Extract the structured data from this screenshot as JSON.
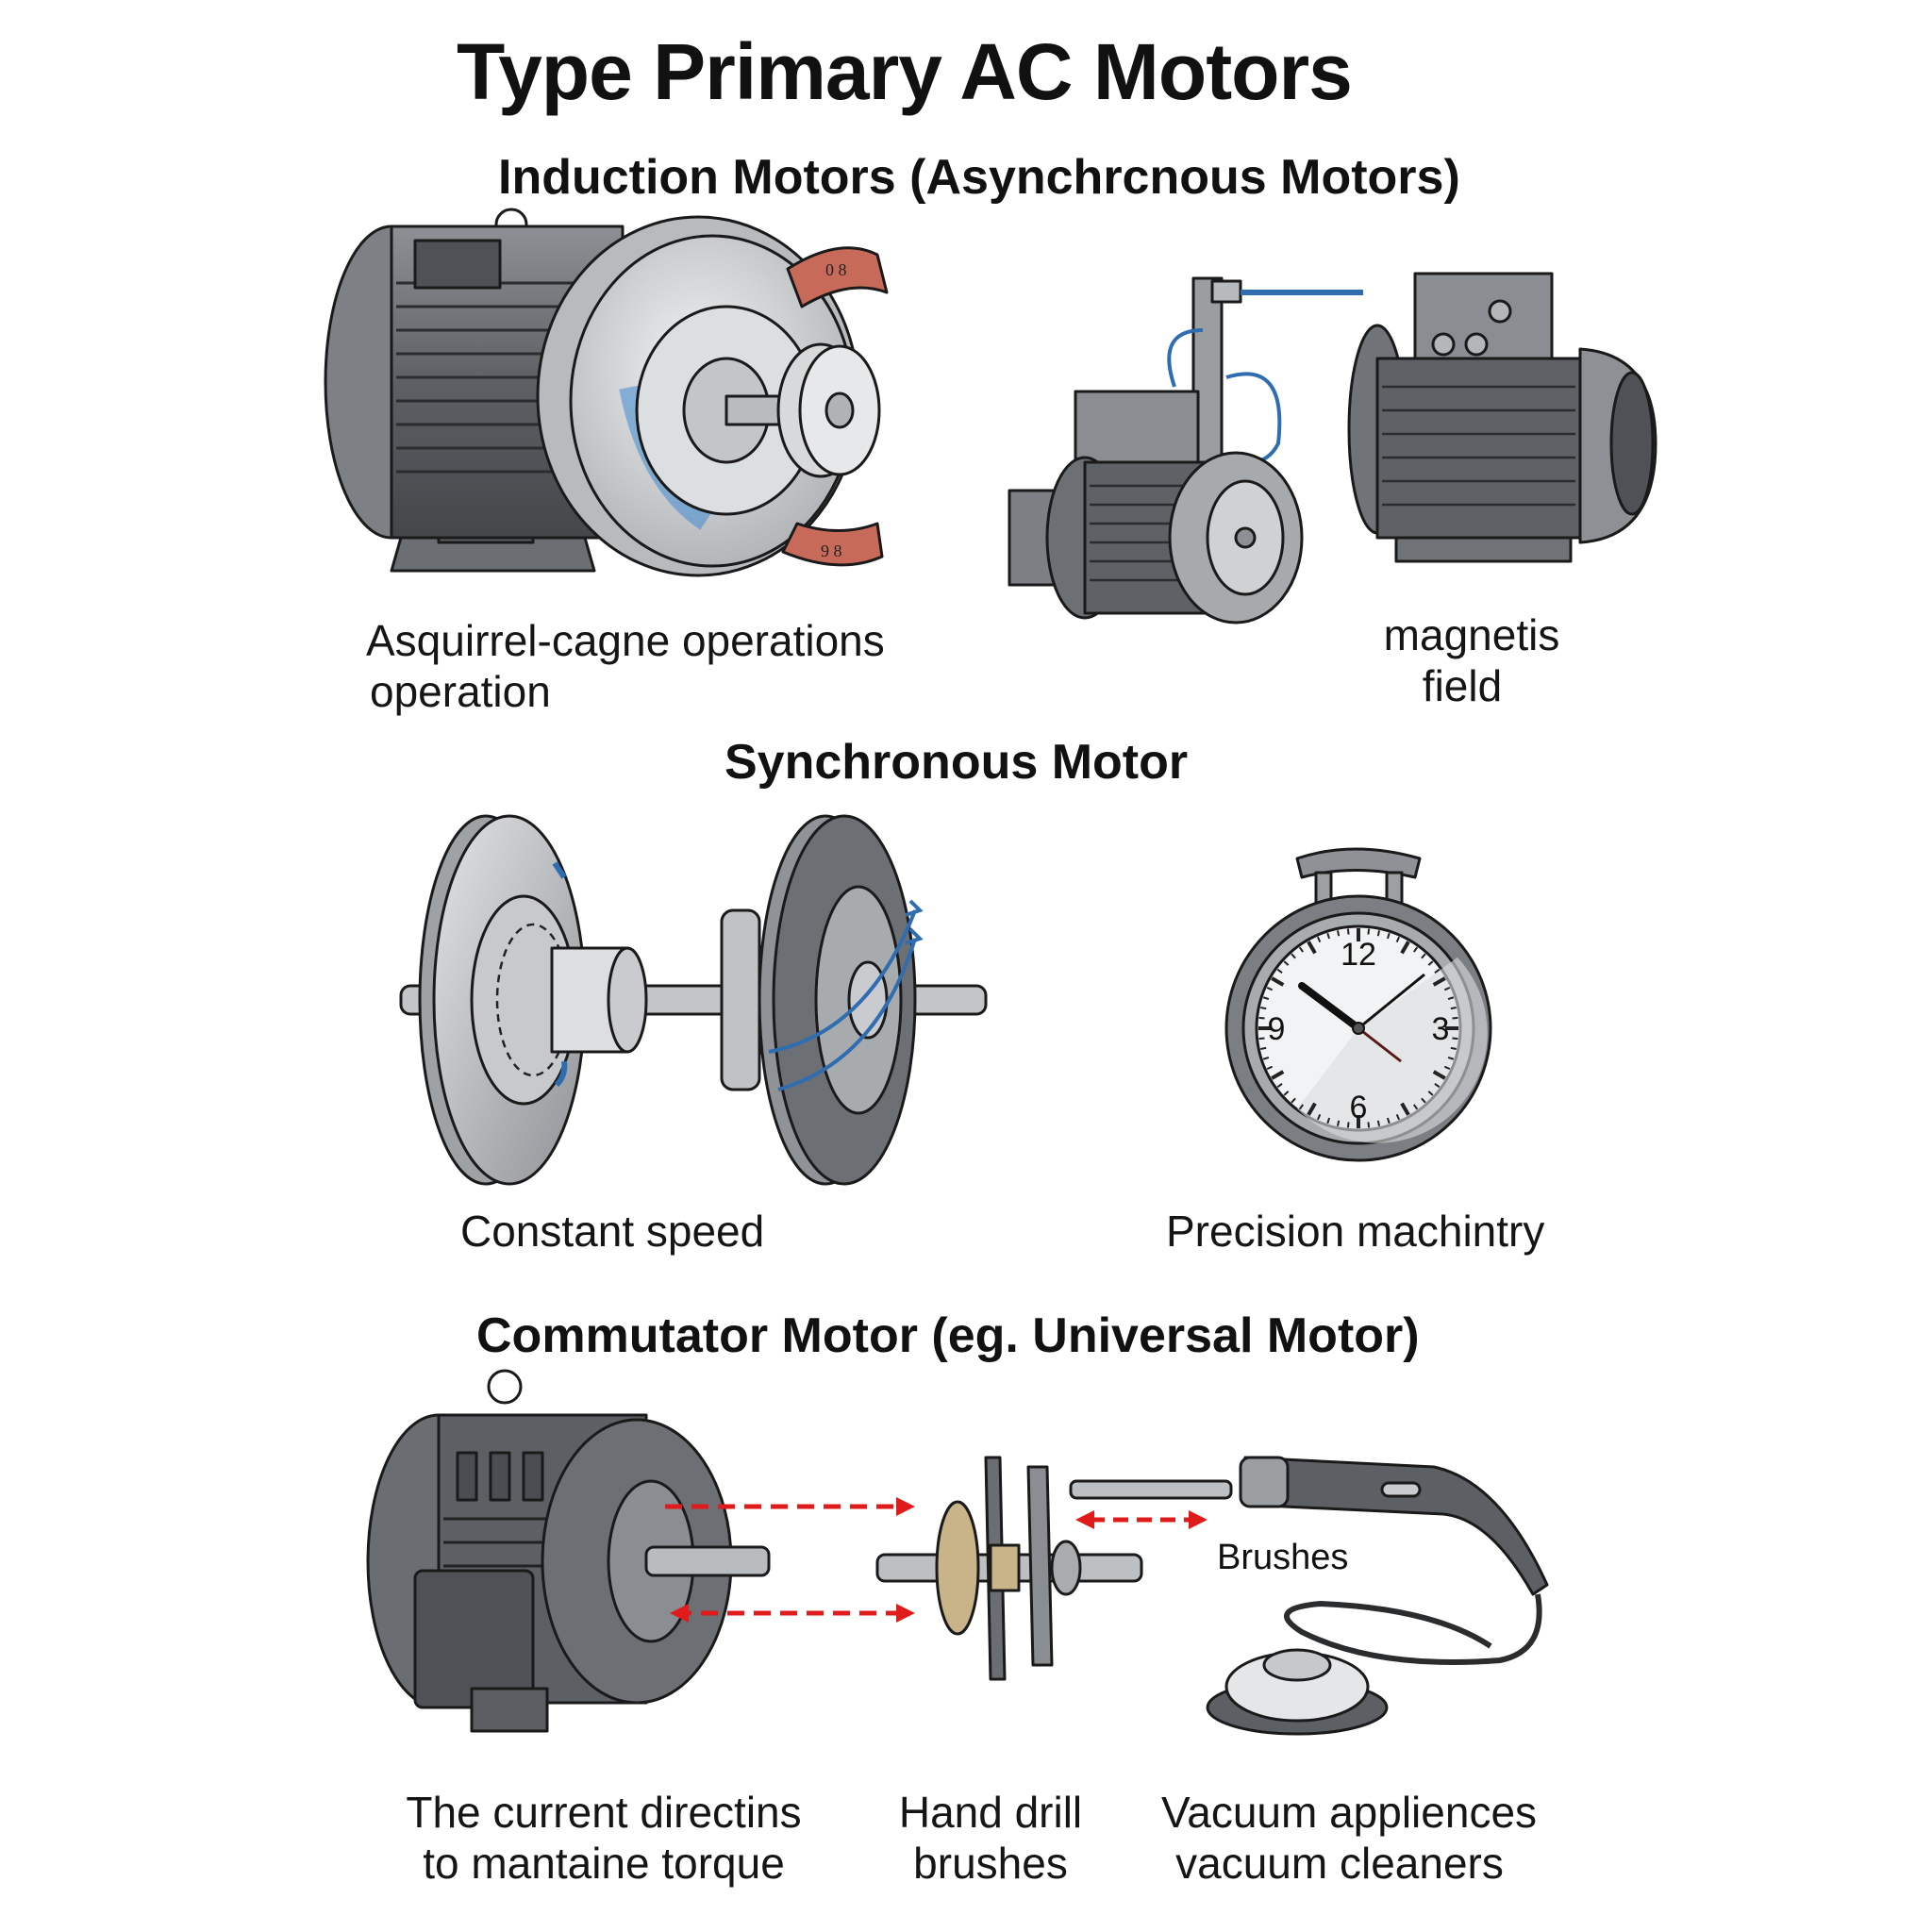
{
  "title": "Type Primary AC Motors",
  "sections": {
    "induction": {
      "heading": "Induction Motors (Asynchrcnous Motors)",
      "captions": {
        "left_line1": "Asquirrel-cagne operations",
        "left_line2": "operation",
        "right_line1": "magnetis",
        "right_line2": "field"
      },
      "rotor_ring_marks": [
        "0 8",
        "9 8"
      ]
    },
    "synchronous": {
      "heading": "Synchronous Motor",
      "captions": {
        "left": "Constant speed",
        "right": "Precision machintry"
      },
      "clock_numerals": [
        "12",
        "3",
        "6",
        "9"
      ]
    },
    "commutator": {
      "heading": "Commutator Motor (eg.  Universal Motor)",
      "label_brushes": "Brushes",
      "captions": {
        "left_line1": "The current directins",
        "left_line2": "to mantaine torque",
        "middle_line1": "Hand drill",
        "middle_line2": "brushes",
        "right_line1": "Vacuum appliences",
        "right_line2": "vacuum cleaners"
      }
    }
  },
  "colors": {
    "metal_dark": "#5f6266",
    "metal_mid": "#9a9da1",
    "metal_light": "#d6d8da",
    "copper_red": "#c86a5a",
    "field_blue": "#2f6db0",
    "arrow_red": "#e01b1b",
    "brass": "#c9b48a"
  },
  "icons": [
    "induction-motor-icon",
    "pump-motor-icon",
    "tefc-motor-icon",
    "synchronous-rotor-icon",
    "stopwatch-icon",
    "universal-motor-icon",
    "commutator-icon",
    "vacuum-cleaner-icon"
  ]
}
